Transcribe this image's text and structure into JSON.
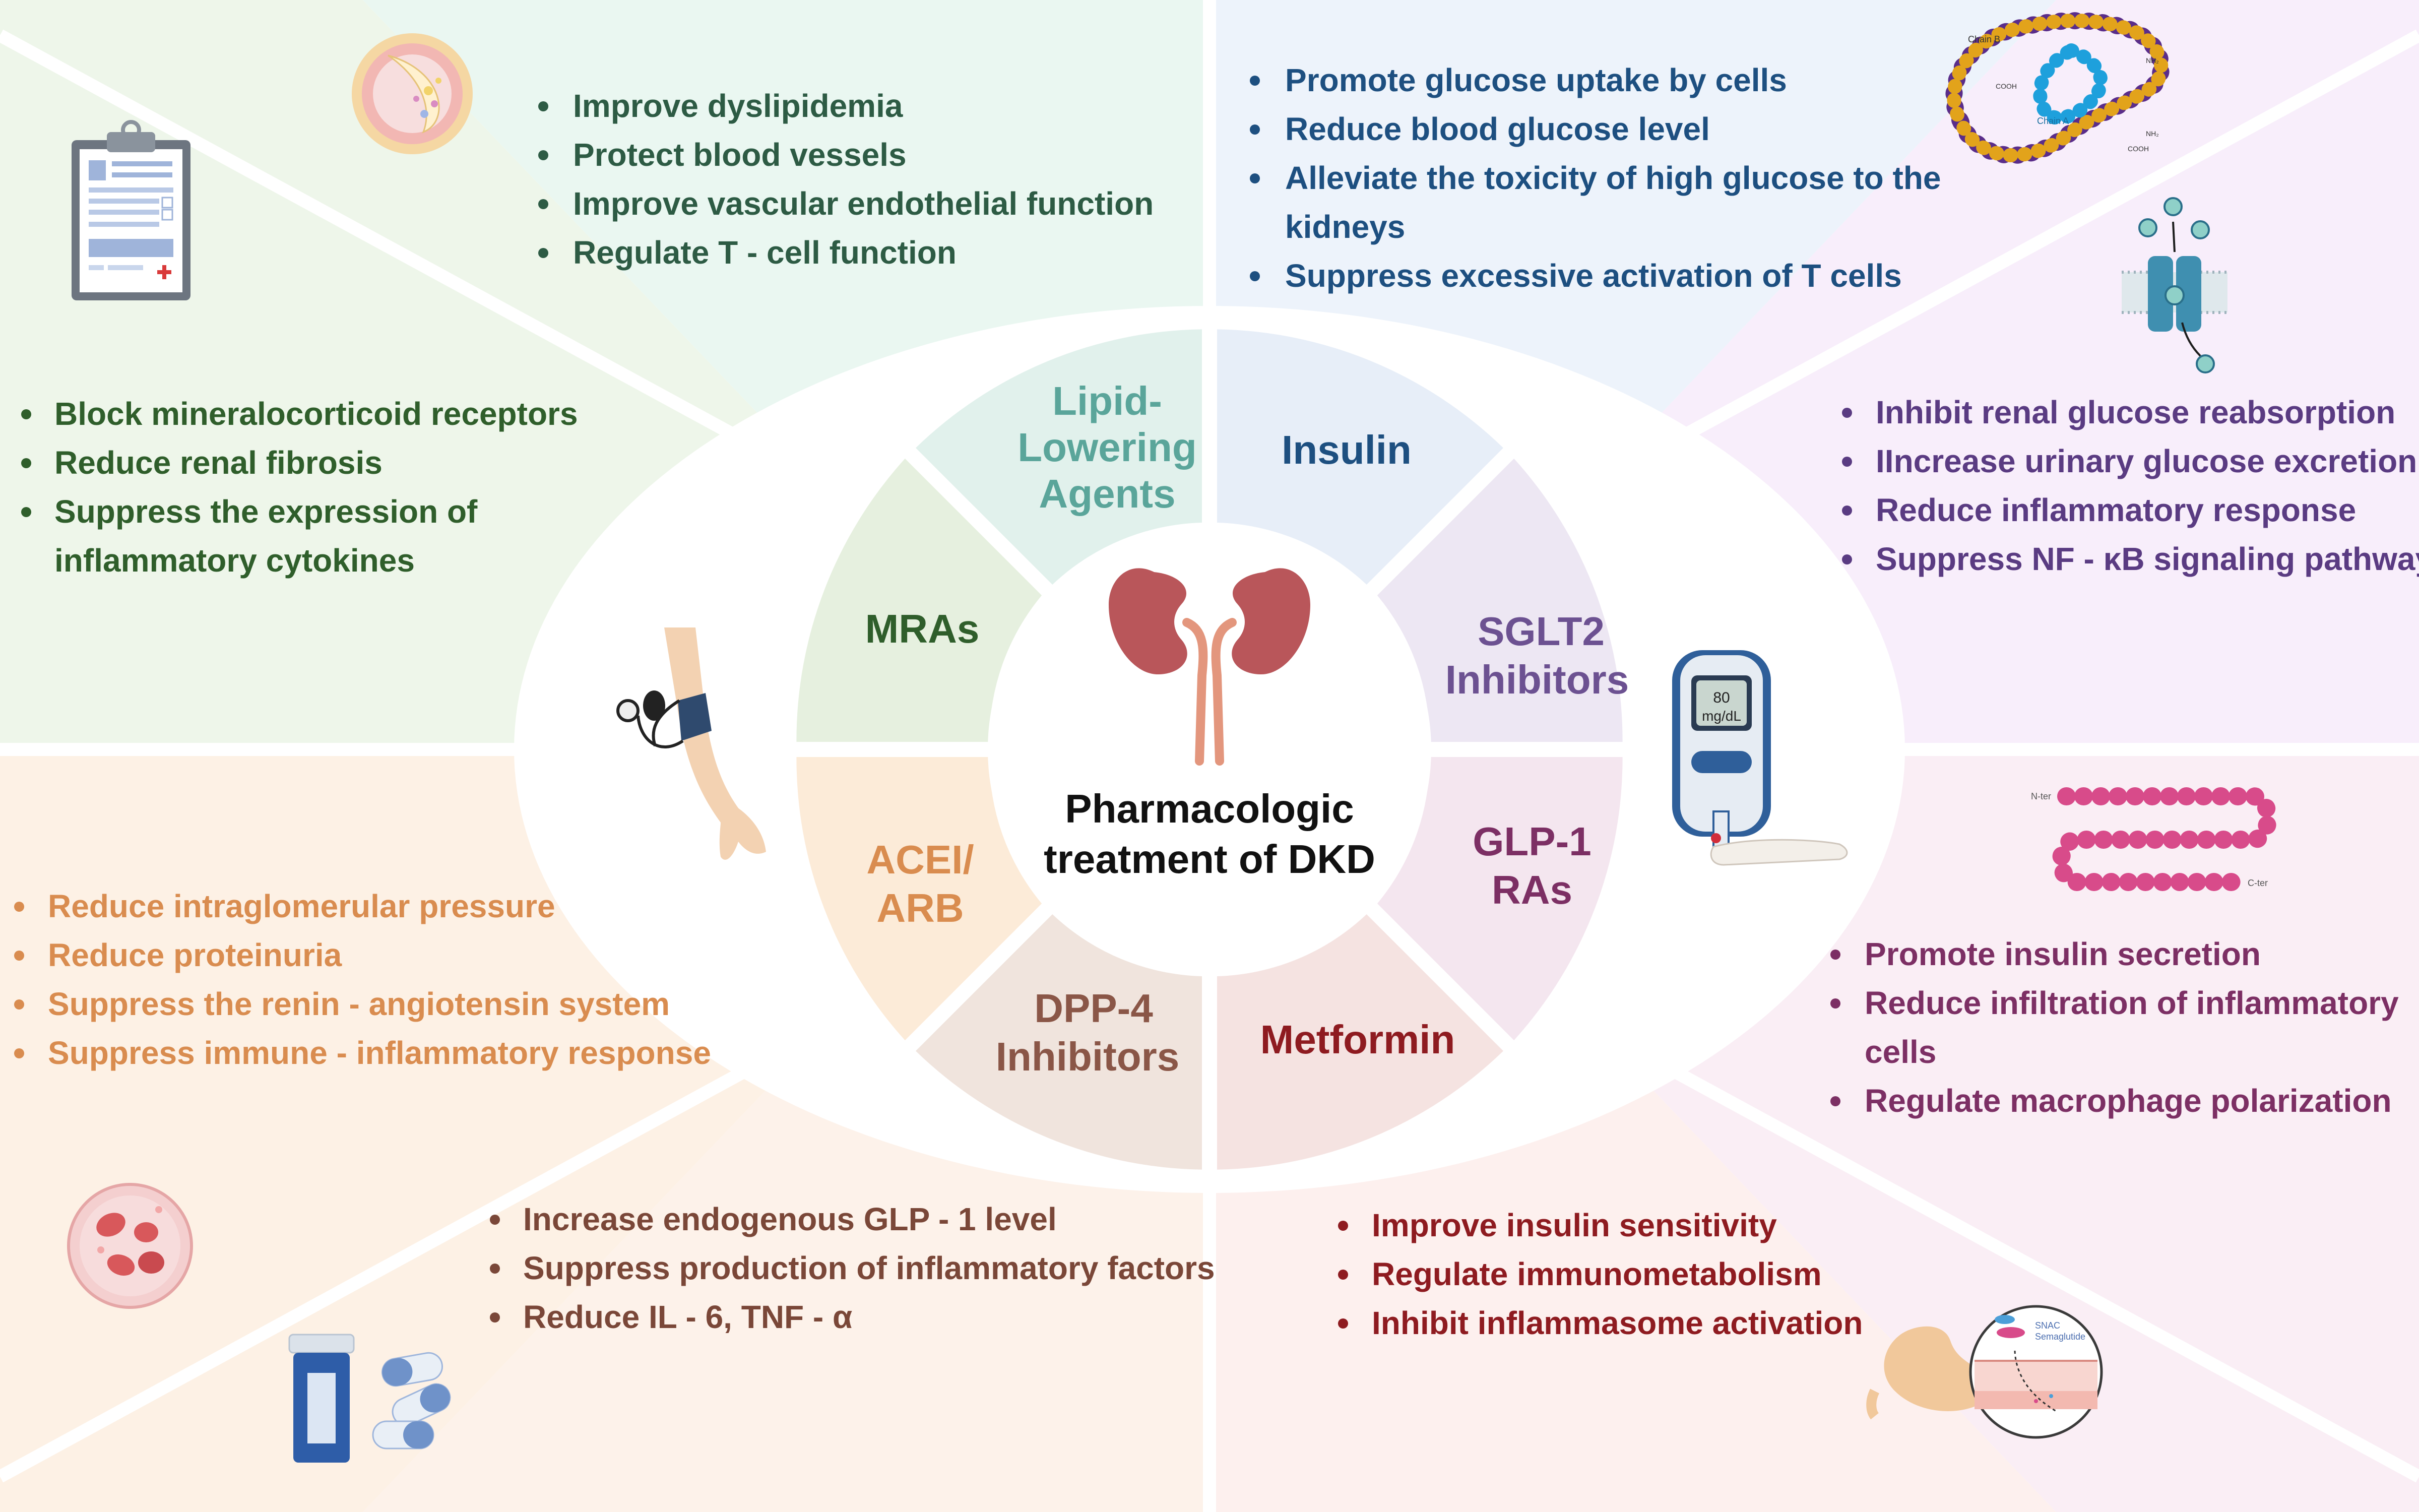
{
  "center": {
    "line1": "Pharmacologic",
    "line2": "treatment of DKD"
  },
  "colors": {
    "mra": "#2f5e2b",
    "lipid": "#2d5b44",
    "insulin": "#1d4f80",
    "sglt2": "#5a3b82",
    "glp1": "#7c2f64",
    "metformin": "#8e1b20",
    "dpp4": "#7a4738",
    "acei": "#d98c4f",
    "kidney": "#b9565a",
    "ureter": "#e3967d"
  },
  "wedges": {
    "lipid": {
      "l1": "Lipid-",
      "l2": "Lowering",
      "l3": "Agents"
    },
    "insulin": {
      "l1": "Insulin"
    },
    "sglt2": {
      "l1": "SGLT2",
      "l2": "Inhibitors"
    },
    "glp1": {
      "l1": "GLP-1",
      "l2": "RAs"
    },
    "metformin": {
      "l1": "Metformin"
    },
    "dpp4": {
      "l1": "DPP-4",
      "l2": "Inhibitors"
    },
    "acei": {
      "l1": "ACEI/",
      "l2": "ARB"
    },
    "mra": {
      "l1": "MRAs"
    }
  },
  "panels": {
    "lipid": [
      "Improve dyslipidemia",
      "Protect blood vessels",
      "Improve vascular endothelial function",
      "Regulate T - cell function"
    ],
    "insulin": [
      "Promote glucose uptake by cells",
      "Reduce blood glucose level",
      "Alleviate the toxicity of high glucose to the",
      "kidneys",
      "Suppress excessive activation of T cells"
    ],
    "mra": [
      "Block mineralocorticoid receptors",
      "Reduce renal fibrosis",
      "Suppress the expression of",
      "inflammatory cytokines"
    ],
    "sglt2": [
      "Inhibit renal glucose reabsorption",
      "IIncrease urinary glucose excretion",
      "Reduce inflammatory response",
      "Suppress NF - κB signaling pathway"
    ],
    "acei": [
      "Reduce intraglomerular pressure",
      "Reduce proteinuria",
      "Suppress the renin - angiotensin system",
      "Suppress immune - inflammatory response"
    ],
    "glp1": [
      "Promote insulin secretion",
      "Reduce infiltration of inflammatory",
      "cells",
      "Regulate macrophage polarization"
    ],
    "dpp4": [
      "Increase endogenous GLP - 1 level",
      "Suppress production of inflammatory factors",
      "Reduce IL - 6, TNF - α"
    ],
    "metformin": [
      "Improve insulin sensitivity",
      "Regulate immunometabolism",
      "Inhibit inflammasome activation"
    ]
  },
  "glucometer": {
    "value": "80",
    "unit": "mg/dL"
  },
  "insulin_chain": {
    "chain_b": "Chain B",
    "chain_a": "Chain A",
    "cooh": "COOH",
    "nh2": "NH₂"
  },
  "glp1_peptide": {
    "nter": "N-ter",
    "cter": "C-ter"
  },
  "stomach": {
    "l1": "SNAC",
    "l2": "Semaglutide"
  }
}
